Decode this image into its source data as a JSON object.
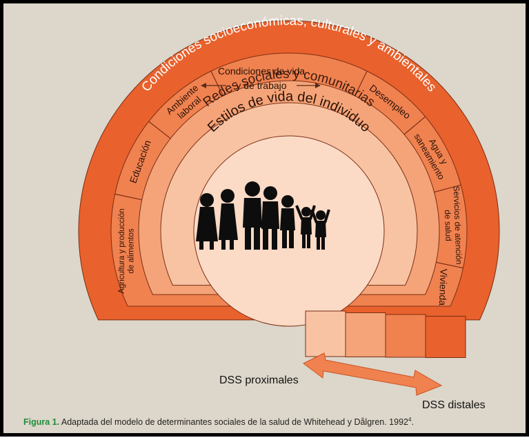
{
  "colors": {
    "background": "#ddd6ca",
    "ring_outer": "#e9612c",
    "ring_4": "#f08250",
    "ring_3": "#f4a478",
    "ring_2": "#f8c3a3",
    "core": "#fbdac6",
    "segment_border": "#7a2e14",
    "caption_label": "#1e8c3a"
  },
  "diagram": {
    "outer_label": "Condiciones socioeconómicas, culturales y ambientales",
    "living_conditions_label_1": "Condiciones de vida",
    "living_conditions_label_2": "y de trabajo",
    "sectors": [
      {
        "lines": [
          "Agricultura y producción",
          "de alimentos"
        ]
      },
      {
        "lines": [
          "Educación"
        ]
      },
      {
        "lines": [
          "Ambiente",
          "laboral"
        ]
      },
      {
        "lines": [
          "Desempleo"
        ]
      },
      {
        "lines": [
          "Agua y",
          "saneamiento"
        ]
      },
      {
        "lines": [
          "Servicios de atención",
          "de salud"
        ]
      },
      {
        "lines": [
          "Vivienda"
        ]
      }
    ],
    "social_networks_label": "Redes sociales y comunitarias",
    "lifestyle_label": "Estilos de vida del individuo",
    "people_icon": "family-silhouette-icon"
  },
  "legend": {
    "swatches": [
      "#f8c3a3",
      "#f4a478",
      "#f08250",
      "#e9612c"
    ],
    "proximal_label": "DSS proximales",
    "distal_label": "DSS distales"
  },
  "caption": {
    "label": "Figura 1.",
    "text": " Adaptada del modelo de determinantes sociales de la salud de Whitehead y Dålgren. 1992",
    "superscript": "4",
    "end": "."
  }
}
